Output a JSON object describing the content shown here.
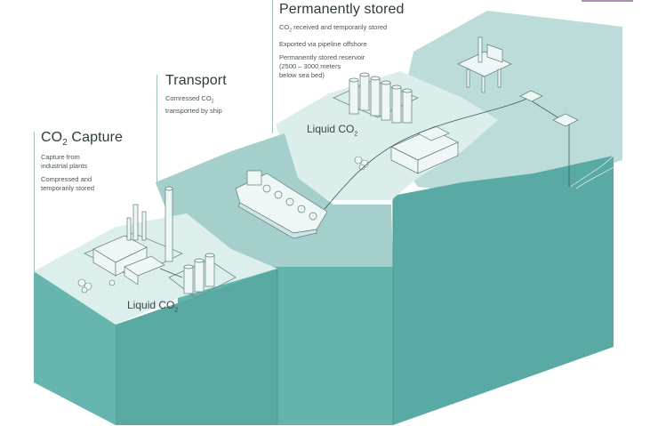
{
  "capture": {
    "title_prefix": "CO",
    "title_sub": "2",
    "title_suffix": " Capture",
    "lines": [
      "Capture from",
      "industrial plants",
      "Compressed and",
      "temporarily stored"
    ]
  },
  "transport": {
    "title": "Transport",
    "line1_prefix": "Comressed CO",
    "line1_sub": "2",
    "line2": "transported by ship"
  },
  "stored": {
    "title": "Permanently stored",
    "line1_prefix": "CO",
    "line1_sub": "2",
    "line1_suffix": " received and temporarily stored",
    "line2": "Exported via pipeline offshore",
    "line3": "Permanently stored reservoir",
    "line4": "(2500 – 3000 meters",
    "line5": "below sea bed)"
  },
  "liquid_labels": {
    "prefix": "Liquid CO",
    "sub": "2"
  },
  "colors": {
    "water_front": "#5fb0aa",
    "water_side": "#4ea39d",
    "ground_top": "#d7ebe9",
    "sea_top": "#a9d3cf",
    "line": "#3d5d5b"
  }
}
